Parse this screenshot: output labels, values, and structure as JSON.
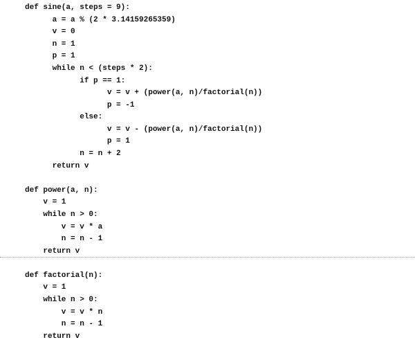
{
  "code": {
    "lines": [
      "def sine(a, steps = 9):",
      "      a = a % (2 * 3.14159265359)",
      "      v = 0",
      "      n = 1",
      "      p = 1",
      "      while n < (steps * 2):",
      "            if p == 1:",
      "                  v = v + (power(a, n)/factorial(n))",
      "                  p = -1",
      "            else:",
      "                  v = v - (power(a, n)/factorial(n))",
      "                  p = 1",
      "            n = n + 2",
      "      return v",
      "",
      "def power(a, n):",
      "    v = 1",
      "    while n > 0:",
      "        v = v * a",
      "        n = n - 1",
      "    return v",
      "",
      "def factorial(n):",
      "    v = 1",
      "    while n > 0:",
      "        v = v * n",
      "        n = n - 1",
      "    return v"
    ]
  }
}
